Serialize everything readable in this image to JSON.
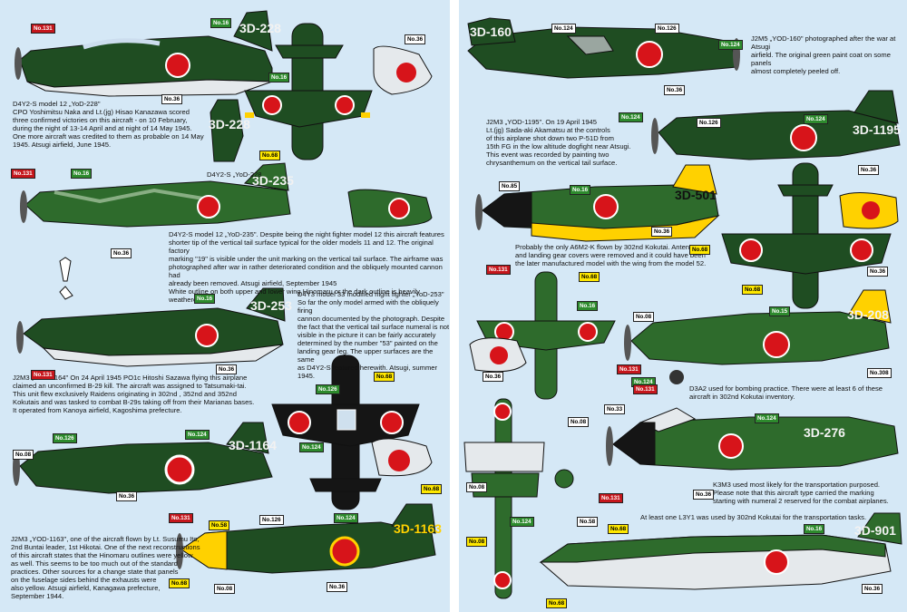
{
  "colors": {
    "background": "#d5e8f6",
    "gutter": "#ffffff",
    "dark_green": "#1f4d22",
    "olive_green": "#2e6b2c",
    "hinomaru_red": "#d7141a",
    "yellow": "#ffd100",
    "light_grey": "#e5e9ec",
    "black": "#151515",
    "tag_green": "#2d8a2d",
    "tag_yellow": "#ffe800",
    "tag_red": "#c5161c"
  },
  "codes": {
    "yod228": "3D-228",
    "yod228_tail": "3D-228",
    "yod235": "3D-235",
    "yod253": "3D-253",
    "yod1164": "3D-1164",
    "yod1163": "3D-1163",
    "yod160": "3D-160",
    "yod1195": "3D-1195",
    "yod501": "3D-501",
    "yod208": "3D-208",
    "yod276": "3D-276",
    "yod901": "3D-901"
  },
  "captions": {
    "c1": "D4Y2-S model 12 „YoD-228\"\nCPO Yoshimitsu Naka and Lt.(jg) Hisao Kanazawa scored\nthree confirmed victories on this aircraft - on 10 February,\nduring the night of 13-14 April and at night of 14 May 1945.\nOne more aircraft was credited to them as probable on 14 May\n1945. Atsugi airfield, June 1945.",
    "c1b": "D4Y2-S „YoD-228",
    "c2": "D4Y2-S model 12 „YoD-235\". Despite being the night fighter model 12 this aircraft features\nshorter tip of the vertical tail surface typical for the older models 11 and 12. The original factory\nmarking \"19\" is visible under the unit marking on the vertical tail surface. The airframe was\nphotographed after war in rather deteriorated condition and the obliquely mounted cannon had\nalready been removed. Atsugi airfield, September 1945\nWhite outline on both upper and lower wing Hinomaru or the dark outline is heavily weathered.",
    "c3": "D4Y3 model 33 modified night fighter „YoD-253\"\nSo far the only model armed with the obliquely firing\ncannon documented by the photograph. Despite\nthe fact that the vertical tail surface numeral is not\nvisible in the picture it can be fairly accurately\ndetermined by the number \"53\" painted on the\n landing gear leg. The upper surfaces are the same\nas D4Y2-S featured herewith. Atsugi, summer 1945.",
    "c4": "J2M3 „YOD-1164\" On 24 April 1945 PO1c Hitoshi Sazawa flying this airplane\nclaimed an unconfirmed B-29 kill. The aircraft was assigned to Tatsumaki-tai.\nThis unit flew exclusively Raidens originating in 302nd , 352nd and 352nd\nKokutais and was tasked to combat B-29s taking off from their Marianas bases.\nIt operated from Kanoya airfield, Kagoshima prefecture.",
    "c5": "J2M3 „YOD-1163\", one of the aircraft flown by Lt. Susumu Ito,\n2nd Buntai leader, 1st Hikotai. One of the next reconstructions\nof this aircraft states that the Hinomaru outlines were yellow\nas well. This seems to be too much out of the standard\npractices. Other sources for a change state that panels\non the fuselage sides behind the exhausts were\nalso yellow. Atsugi airfield, Kanagawa prefecture,\nSeptember 1944.",
    "c6": "J2M5 „YOD-160\" photographed after the war at Atsugi\nairfield. The original green paint coat on some panels\nalmost completely peeled off.",
    "c7": "J2M3 „YOD-1195\". On 19 April 1945\nLt.(jg) Sada-aki Akamatsu at the controls\nof this airplane shot down two P-51D from\n15th FG in the low altitude dogfight near Atsugi.\nThis event was recorded by painting two\nchrysanthemum on the vertical tail surface.",
    "c8": "Probably the only A6M2-K flown by 302nd Kokutai. Antena\nand landing gear covers were removed and it could have been\nthe later manufactured model with the wing from the model 52.",
    "c9": "D3A2 used for bombing practice. There were at least 6 of these\naircraft in 302nd Kokutai inventory.",
    "c10": "K3M3 used most likely for the transportation purposed.\nPlease note that this aircraft type carried the marking\nstarting with numeral 2 reserved for the combat airplanes.",
    "c11": "At least one L3Y1 was used by 302nd Kokutai for the transportation tasks."
  },
  "tags": {
    "t1": "No.131",
    "t2": "No.16",
    "t3": "No.36",
    "t4": "No.16",
    "t5": "No.36",
    "t6": "No.68",
    "t7": "No.131",
    "t8": "No.16",
    "t9": "No.36",
    "t10": "No.16",
    "t11": "No.131",
    "t12": "No.36",
    "t13": "No.126",
    "t14": "No.68",
    "t15": "No.124",
    "t16": "No.08",
    "t17": "No.126",
    "t18": "No.124",
    "t19": "No.36",
    "t20": "No.68",
    "t21": "No.131",
    "t22": "No.58",
    "t23": "No.126",
    "t24": "No.124",
    "t25": "No.68",
    "t26": "No.08",
    "t27": "No.36",
    "t28": "No.124",
    "t29": "No.126",
    "t30": "No.124",
    "t31": "No.36",
    "t32": "No.126",
    "t33": "No.124",
    "t34": "No.124",
    "t35": "No.36",
    "t36": "No.85",
    "t37": "No.16",
    "t38": "No.36",
    "t39": "No.131",
    "t40": "No.68",
    "t41": "No.36",
    "t42": "No.68",
    "t43": "No.68",
    "t44": "No.16",
    "t45": "No.08",
    "t46": "No.36",
    "t47": "No.131",
    "t48": "No.15",
    "t49": "No.124",
    "t50": "No.131",
    "t51": "No.308",
    "t52": "No.33",
    "t53": "No.08",
    "t54": "No.08",
    "t55": "No.131",
    "t56": "No.124",
    "t57": "No.36",
    "t58": "No.124",
    "t59": "No.08",
    "t60": "No.58",
    "t61": "No.68",
    "t62": "No.16",
    "t63": "No.36",
    "t64": "No.68"
  }
}
